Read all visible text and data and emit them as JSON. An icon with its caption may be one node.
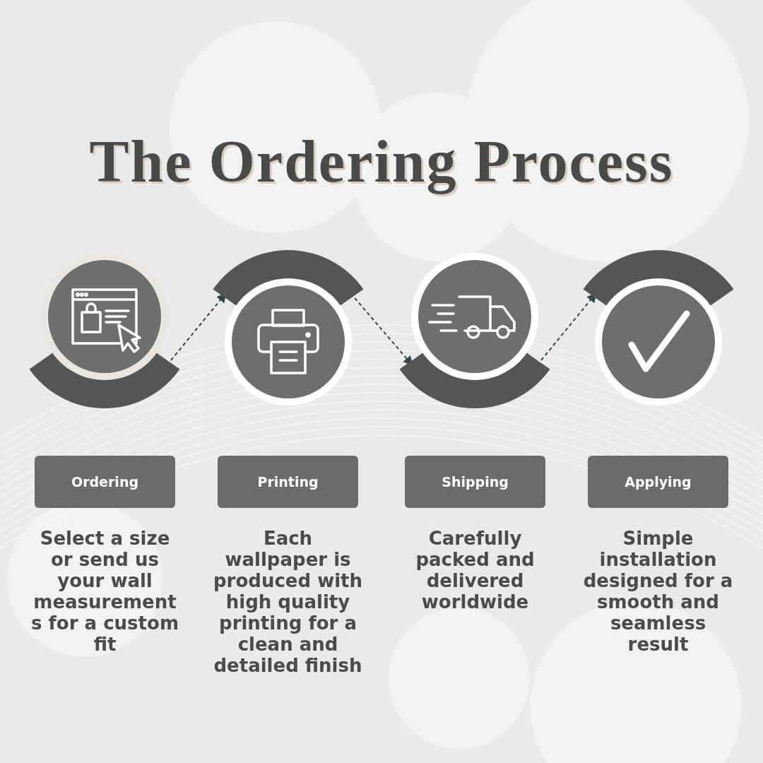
{
  "diagram": {
    "title": "The Ordering Process",
    "nodes": [
      {
        "text": [],
        "shape": "circle"
      },
      {
        "text": [],
        "shape": "circle"
      },
      {
        "text": [],
        "shape": "circle"
      },
      {
        "text": [],
        "shape": "circle"
      },
      {
        "text": [
          "Ordering"
        ],
        "beside": [
          "Select a size or send us your wall measurements for a custom fit"
        ]
      },
      {
        "text": [
          "Printing"
        ],
        "beside": [
          "Each wallpaper is produced with high quality printing for a clean and detailed finish"
        ]
      },
      {
        "text": [
          "Shipping"
        ],
        "beside": [
          "Carefully packed and delivered worldwide"
        ]
      },
      {
        "text": [
          "Applying"
        ],
        "beside": [
          "Simple installation designed for a smooth and seamless result"
        ]
      }
    ],
    "edges": [
      {
        "from": 0,
        "to": 1,
        "arrow": "to",
        "style": "dashed"
      },
      {
        "from": 1,
        "to": 2,
        "arrow": "to",
        "style": "dashed"
      },
      {
        "from": 2,
        "to": 3,
        "arrow": "to",
        "style": "dashed"
      }
    ]
  }
}
